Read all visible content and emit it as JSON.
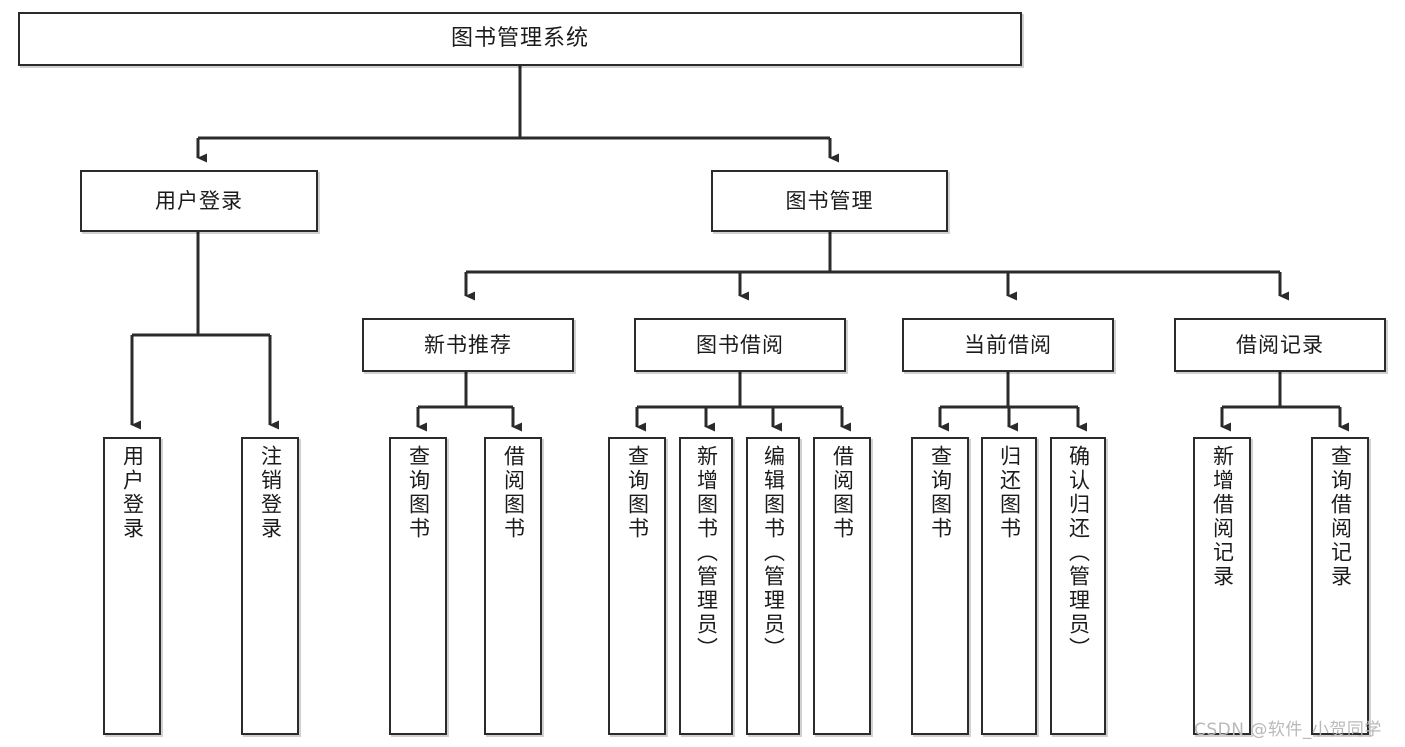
{
  "diagram": {
    "title": "图书管理系统",
    "type": "tree",
    "root": {
      "label": "图书管理系统"
    },
    "level2": [
      {
        "label": "用户登录"
      },
      {
        "label": "图书管理"
      }
    ],
    "level3": [
      {
        "label": "新书推荐",
        "parent": "图书管理"
      },
      {
        "label": "图书借阅",
        "parent": "图书管理"
      },
      {
        "label": "当前借阅",
        "parent": "图书管理"
      },
      {
        "label": "借阅记录",
        "parent": "图书管理"
      }
    ],
    "leaves": {
      "user_login": [
        {
          "label": "用户登录"
        },
        {
          "label": "注销登录"
        }
      ],
      "new_book_recommend": [
        {
          "label": "查询图书"
        },
        {
          "label": "借阅图书"
        }
      ],
      "book_borrow": [
        {
          "label": "查询图书"
        },
        {
          "label": "新增图书（管理员）"
        },
        {
          "label": "编辑图书（管理员）"
        },
        {
          "label": "借阅图书"
        }
      ],
      "current_borrow": [
        {
          "label": "查询图书"
        },
        {
          "label": "归还图书"
        },
        {
          "label": "确认归还（管理员）"
        }
      ],
      "borrow_records": [
        {
          "label": "新增借阅记录"
        },
        {
          "label": "查询借阅记录"
        }
      ]
    }
  },
  "watermark": {
    "text": "CSDN @软件_小贺同学"
  },
  "colors": {
    "border": "#2b2b2b",
    "background": "#ffffff",
    "text": "#1b1b1b",
    "watermark": "#b9b9b9"
  }
}
